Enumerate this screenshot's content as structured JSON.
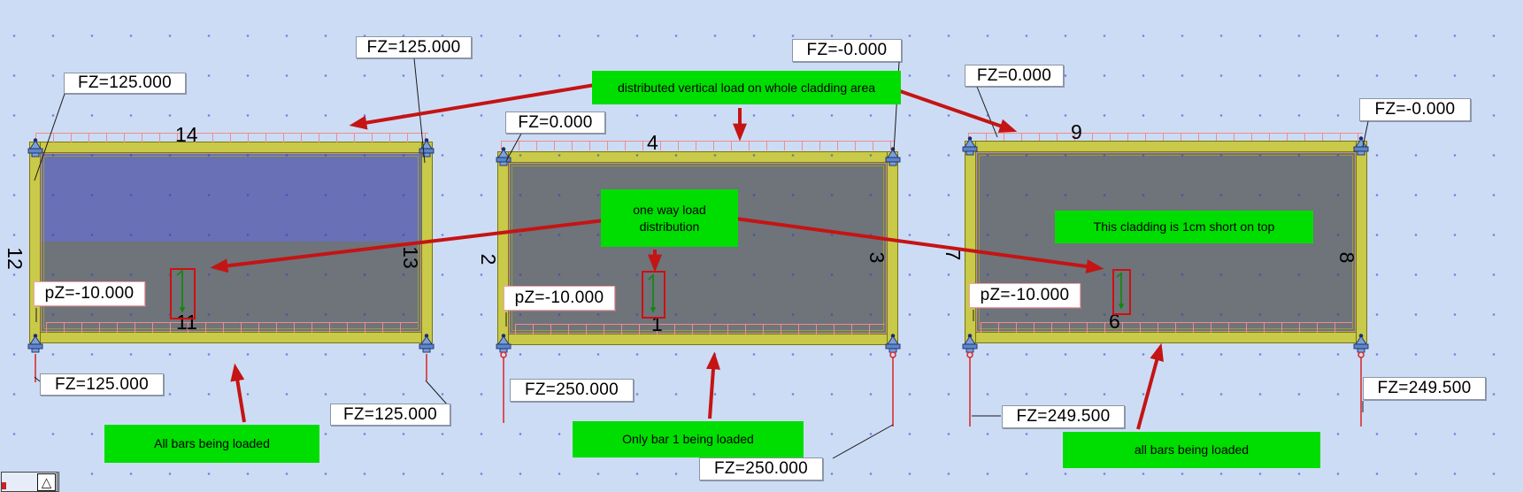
{
  "scene": {
    "background": "#cddcf5",
    "note_green": "#00dd00",
    "annotation_red": "#c41414",
    "frame_yellow": "#c9c94a",
    "cladding_gray": "#6f737a",
    "cladding_blue": "#6a70b5"
  },
  "claddings": [
    {
      "bars": {
        "top": "14",
        "left": "12",
        "right": "13",
        "bottom": "11"
      },
      "surface_load": "pZ=-10.000",
      "reactions": {
        "top_left": "FZ=125.000",
        "top_right": "FZ=125.000",
        "bottom_left": "FZ=125.000",
        "bottom_right": "FZ=125.000"
      }
    },
    {
      "bars": {
        "top": "4",
        "left": "2",
        "right": "3",
        "bottom": "1"
      },
      "surface_load": "pZ=-10.000",
      "reactions": {
        "top_left": "FZ=0.000",
        "top_right": "FZ=-0.000",
        "bottom_left": "FZ=250.000",
        "bottom_right": "FZ=250.000"
      }
    },
    {
      "bars": {
        "top": "9",
        "left": "7",
        "right": "8",
        "bottom": "6"
      },
      "surface_load": "pZ=-10.000",
      "reactions": {
        "top_left": "FZ=0.000",
        "top_right": "FZ=-0.000",
        "bottom_left": "FZ=249.500",
        "bottom_right": "FZ=249.500"
      }
    }
  ],
  "notes": {
    "distributed_load": "distributed vertical load on whole cladding area",
    "one_way": "one way load distribution",
    "short_top": "This cladding is 1cm short on top",
    "cladding1_loading": "All bars being loaded",
    "cladding2_loading": "Only bar 1 being loaded",
    "cladding3_loading": "all bars being loaded"
  }
}
